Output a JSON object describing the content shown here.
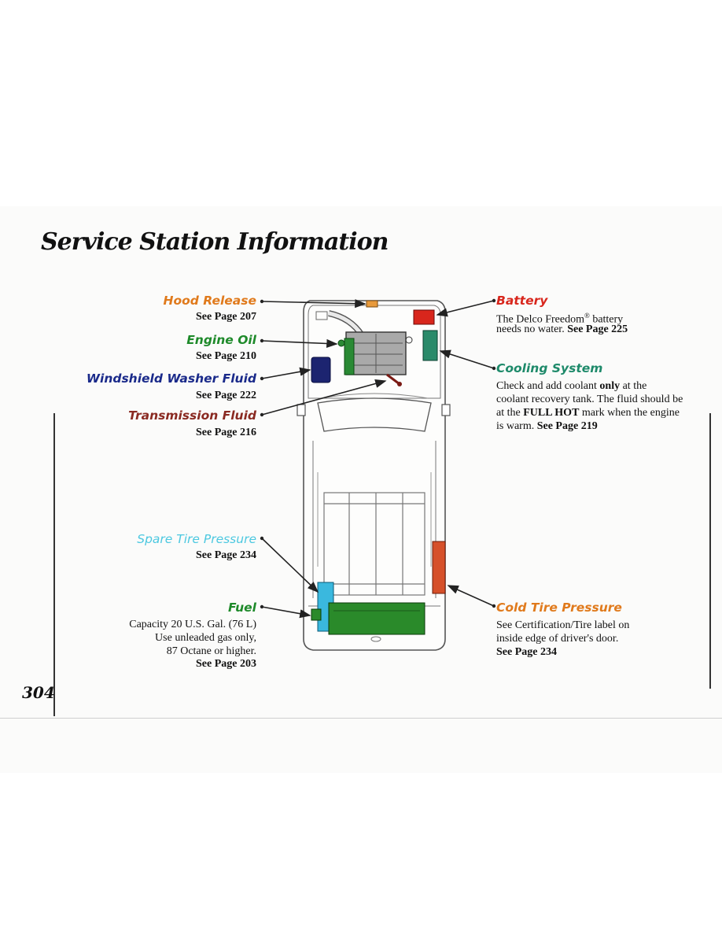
{
  "page": {
    "title": "Service Station Information",
    "page_number": "304"
  },
  "left_callouts": {
    "hood_release": {
      "label": "Hood Release",
      "see": "See Page 207",
      "color": "#e07a1c"
    },
    "engine_oil": {
      "label": "Engine Oil",
      "see": "See Page 210",
      "color": "#1e8a2a"
    },
    "washer_fluid": {
      "label": "Windshield Washer Fluid",
      "see": "See Page 222",
      "color": "#1a2a8a"
    },
    "transmission_fluid": {
      "label": "Transmission Fluid",
      "see": "See Page 216",
      "color": "#8a2a22"
    },
    "spare_tire": {
      "label": "Spare Tire Pressure",
      "see": "See Page 234",
      "color": "#4cc8e0"
    },
    "fuel": {
      "label": "Fuel",
      "color": "#1e8a2a",
      "lines": [
        "Capacity 20 U.S. Gal. (76 L)",
        "Use unleaded gas only,",
        "87 Octane or higher."
      ],
      "see": "See Page 203"
    }
  },
  "right_callouts": {
    "battery": {
      "label": "Battery",
      "color": "#d8261c",
      "line1_pre": "The Delco Freedom",
      "line1_sup": "®",
      "line1_post": " battery",
      "line2_pre": "needs no water. ",
      "see": "See Page 225"
    },
    "cooling": {
      "label": "Cooling System",
      "color": "#1e8a6a",
      "line1_pre": "Check and add coolant ",
      "line1_bold": "only",
      "line1_post": " at the",
      "line2": "coolant recovery tank. The fluid should be",
      "line3_pre": "at the ",
      "line3_bold": "FULL HOT",
      "line3_post": " mark when the engine",
      "line4_pre": "is warm. ",
      "see": "See Page 219"
    },
    "cold_tire": {
      "label": "Cold Tire Pressure",
      "color": "#e07a1c",
      "line1": "See Certification/Tire label on",
      "line2": "inside edge of driver's door.",
      "see": "See Page 234"
    }
  }
}
